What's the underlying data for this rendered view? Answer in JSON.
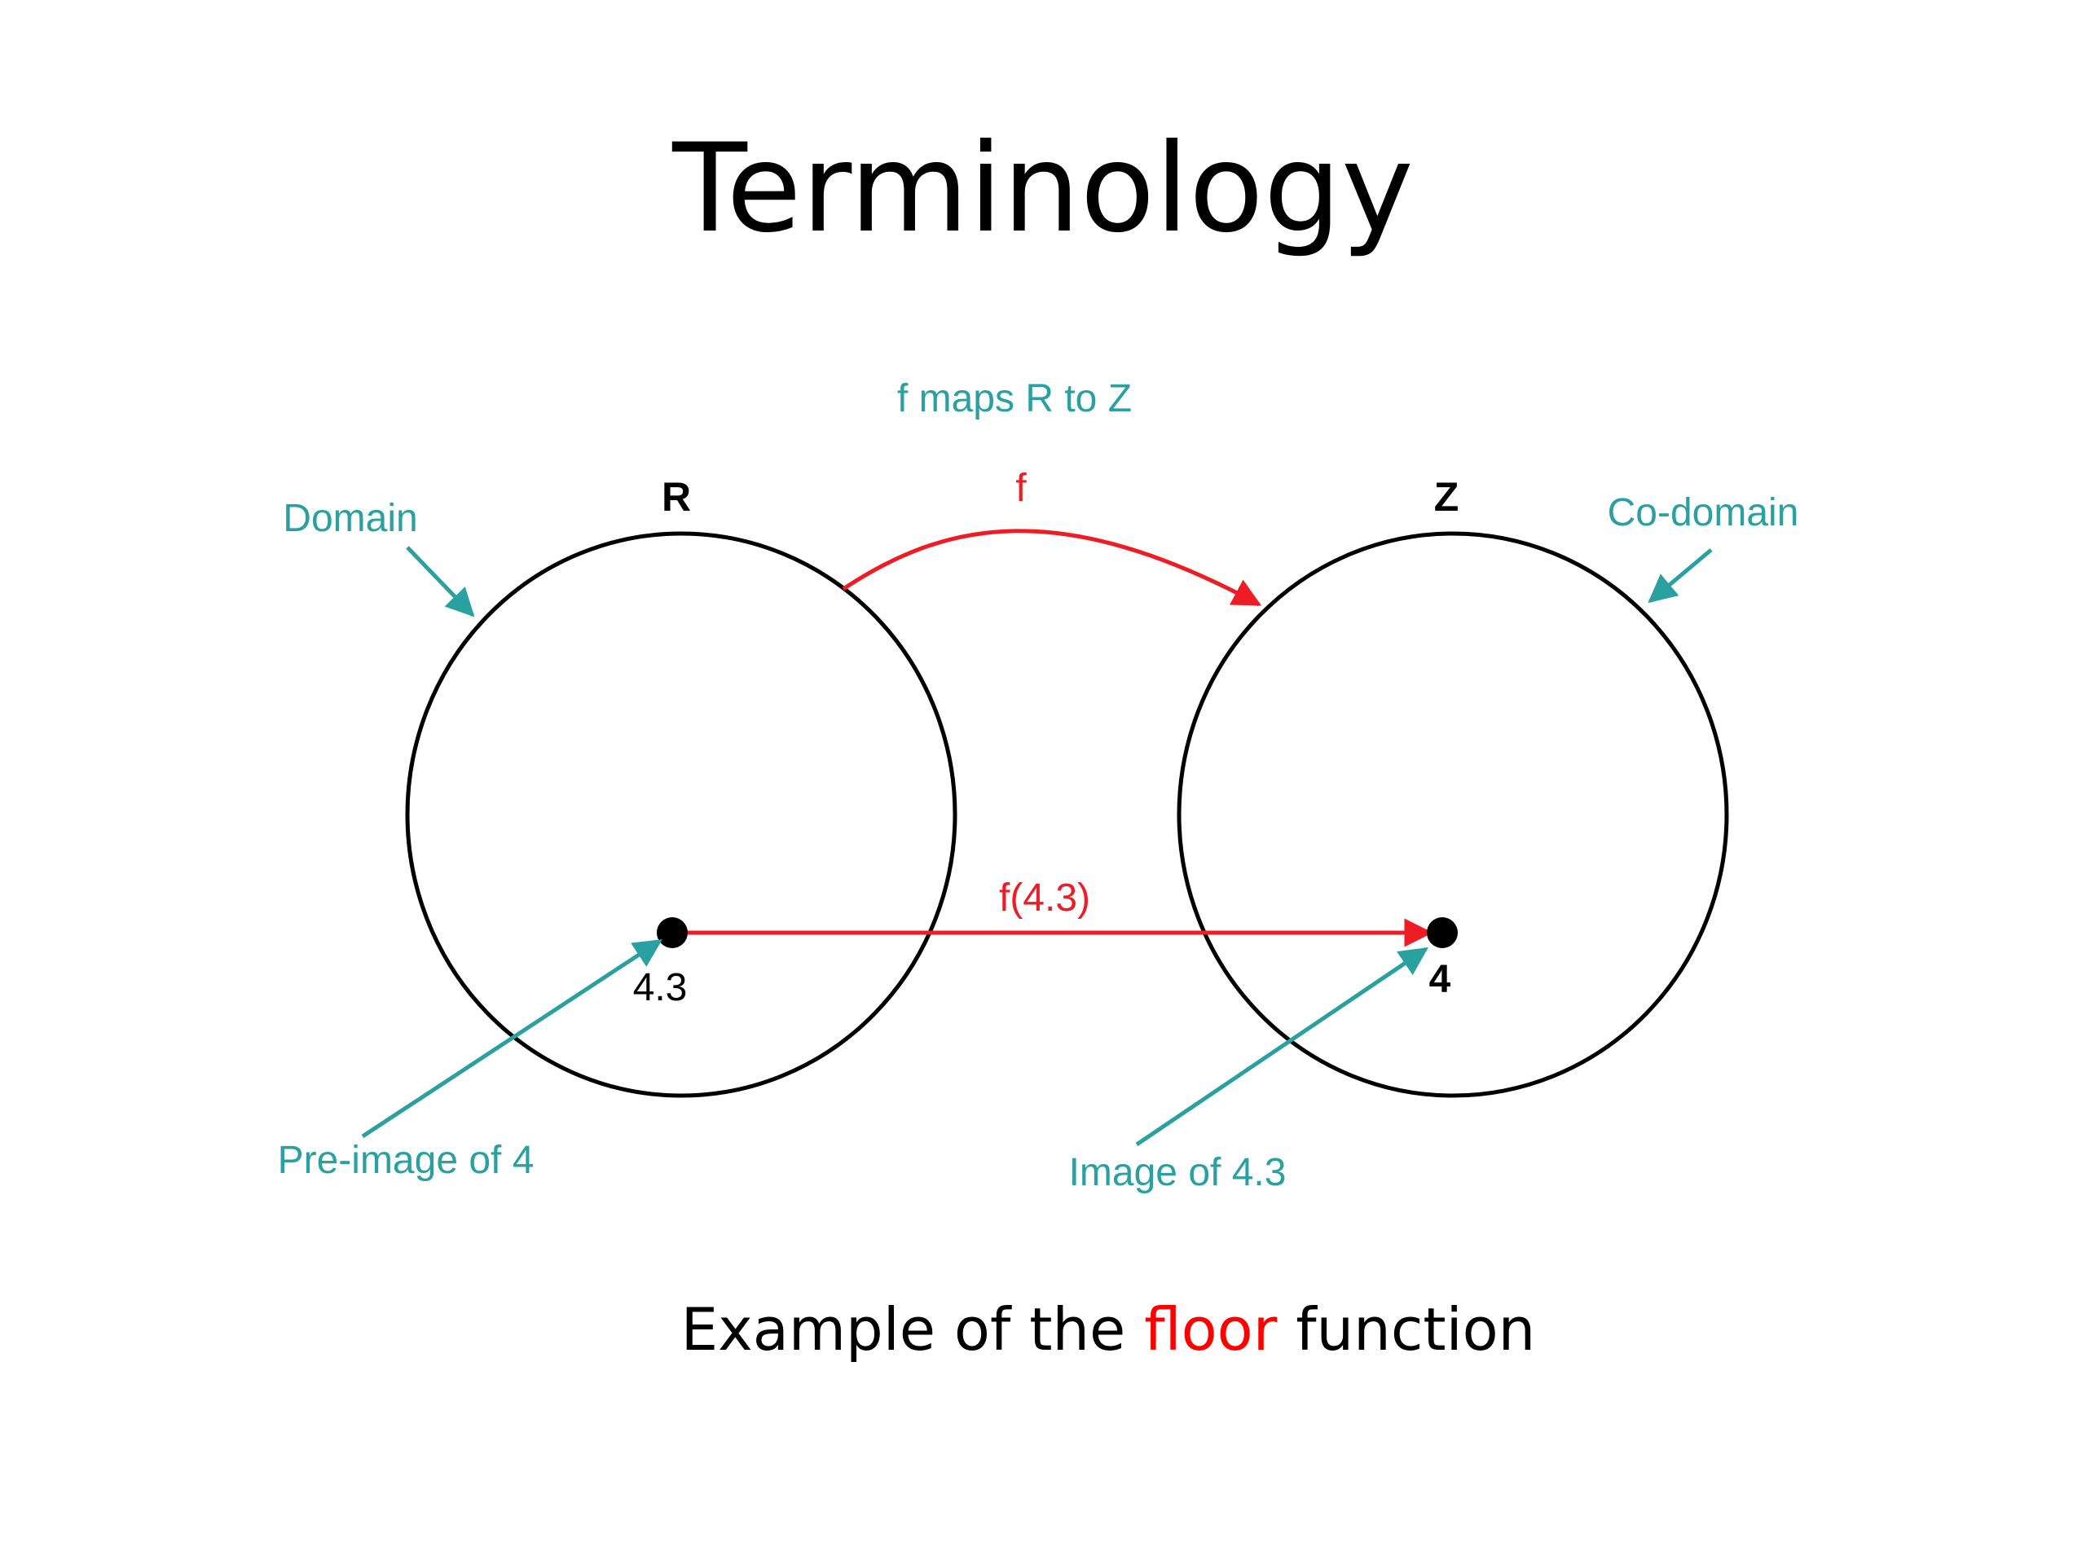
{
  "title": "Terminology",
  "diagram": {
    "mapping_caption": "f maps R to Z",
    "domain_set_label": "R",
    "codomain_set_label": "Z",
    "domain_callout": "Domain",
    "codomain_callout": "Co-domain",
    "function_label": "f",
    "application_label": "f(4.3)",
    "input_value": "4.3",
    "output_value": "4",
    "preimage_callout": "Pre-image of 4",
    "image_callout": "Image of 4.3"
  },
  "caption": {
    "before": "Example of the ",
    "highlight": "floor",
    "after": " function"
  },
  "colors": {
    "teal": "#2aa0a0",
    "red": "#ee1c25",
    "black": "#000000"
  }
}
